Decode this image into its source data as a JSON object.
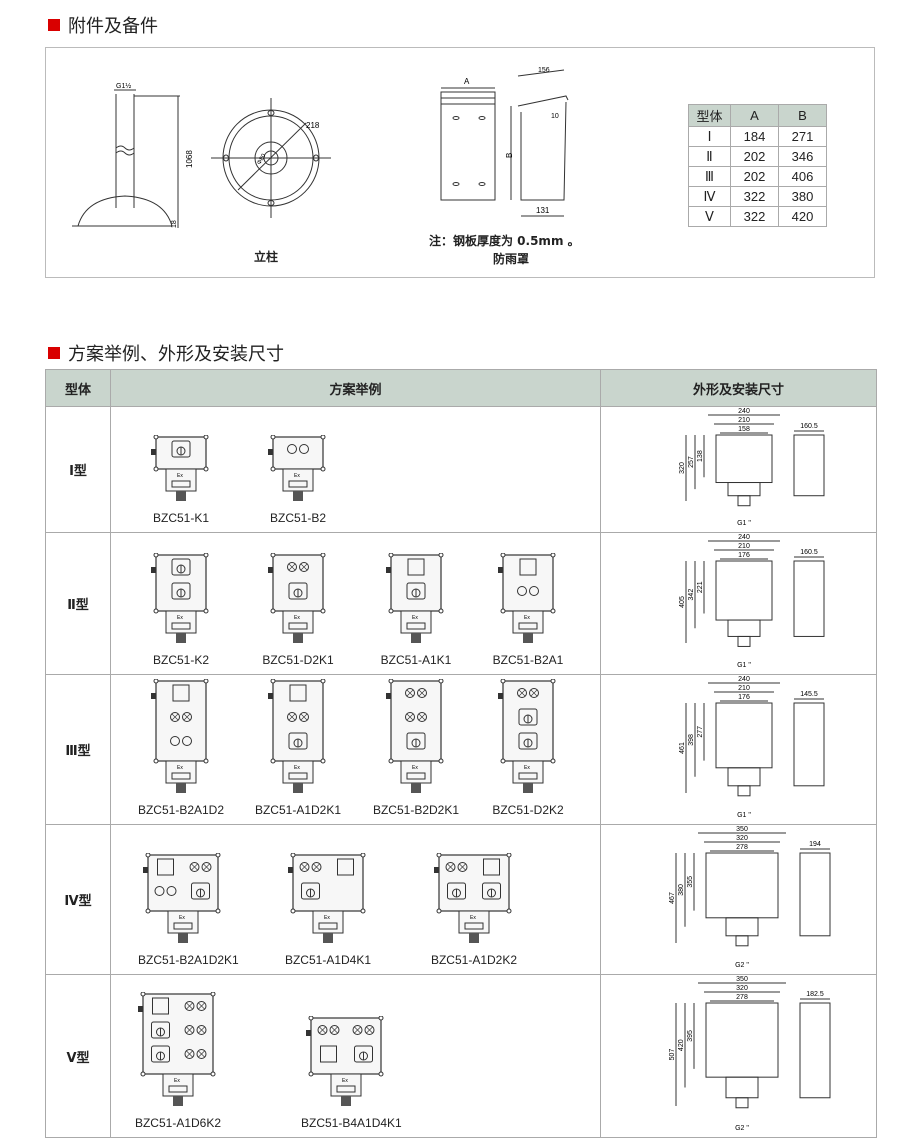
{
  "accessories": {
    "title": "附件及备件",
    "pillar": {
      "caption": "立柱",
      "dims": {
        "thread": "G1½",
        "height": "1068",
        "base": "18",
        "diameter": "218",
        "inner": "Φ80"
      }
    },
    "rain_cover": {
      "caption": "防雨罩",
      "note": "注：钢板厚度为 0.5mm 。",
      "dims": {
        "a": "A",
        "b": "B",
        "top": "156",
        "angle": "10",
        "depth": "131"
      }
    },
    "spec_table": {
      "headers": [
        "型体",
        "A",
        "B"
      ],
      "rows": [
        [
          "Ⅰ",
          "184",
          "271"
        ],
        [
          "Ⅱ",
          "202",
          "346"
        ],
        [
          "Ⅲ",
          "202",
          "406"
        ],
        [
          "Ⅳ",
          "322",
          "380"
        ],
        [
          "Ⅴ",
          "322",
          "420"
        ]
      ]
    }
  },
  "schemes": {
    "title": "方案举例、外形及安装尺寸",
    "headers": [
      "型体",
      "方案举例",
      "外形及安装尺寸"
    ],
    "rows": [
      {
        "type": "Ⅰ型",
        "products": [
          "BZC51-K1",
          "BZC51-B2"
        ],
        "dims": {
          "widths": [
            "240",
            "210",
            "158"
          ],
          "heights": [
            "320",
            "257",
            "138"
          ],
          "depth": "160.5",
          "gland": "G1 \""
        }
      },
      {
        "type": "Ⅱ型",
        "products": [
          "BZC51-K2",
          "BZC51-D2K1",
          "BZC51-A1K1",
          "BZC51-B2A1"
        ],
        "dims": {
          "widths": [
            "240",
            "210",
            "176"
          ],
          "heights": [
            "405",
            "342",
            "221"
          ],
          "depth": "160.5",
          "gland": "G1 \""
        }
      },
      {
        "type": "Ⅲ型",
        "products": [
          "BZC51-B2A1D2",
          "BZC51-A1D2K1",
          "BZC51-B2D2K1",
          "BZC51-D2K2"
        ],
        "dims": {
          "widths": [
            "240",
            "210",
            "176"
          ],
          "heights": [
            "461",
            "398",
            "277"
          ],
          "depth": "145.5",
          "gland": "G1 \""
        }
      },
      {
        "type": "Ⅳ型",
        "products": [
          "BZC51-B2A1D2K1",
          "BZC51-A1D4K1",
          "BZC51-A1D2K2"
        ],
        "dims": {
          "widths": [
            "350",
            "320",
            "278"
          ],
          "heights": [
            "467",
            "380",
            "355"
          ],
          "depth": "194",
          "gland": "G2 \""
        }
      },
      {
        "type": "Ⅴ型",
        "products": [
          "BZC51-A1D6K2",
          "BZC51-B4A1D4K1"
        ],
        "dims": {
          "widths": [
            "350",
            "320",
            "278"
          ],
          "heights": [
            "507",
            "420",
            "395"
          ],
          "depth": "182.5",
          "gland": "G2 \""
        }
      }
    ]
  },
  "colors": {
    "accent": "#d90000",
    "header_bg": "#c9d5cd",
    "border": "#aaaaaa"
  }
}
